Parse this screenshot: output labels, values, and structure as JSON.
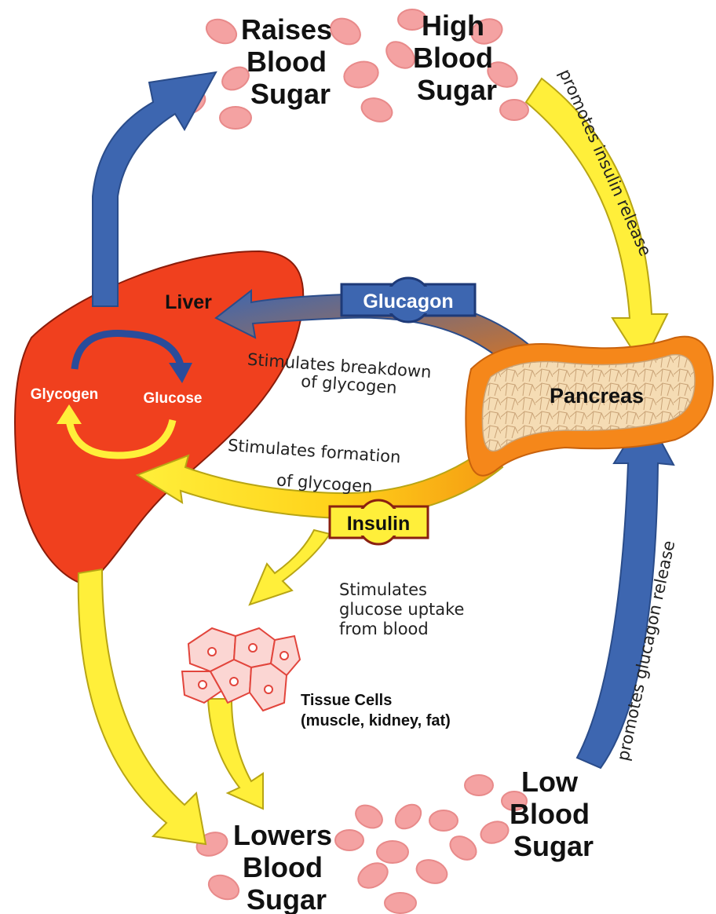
{
  "labels": {
    "raises_blood_sugar": [
      "Raises",
      "Blood",
      "Sugar"
    ],
    "high_blood_sugar": [
      "High",
      "Blood",
      "Sugar"
    ],
    "low_blood_sugar": [
      "Low",
      "Blood",
      "Sugar"
    ],
    "lowers_blood_sugar": [
      "Lowers",
      "Blood",
      "Sugar"
    ],
    "liver": "Liver",
    "glycogen": "Glycogen",
    "glucose": "Glucose",
    "pancreas": "Pancreas",
    "glucagon": "Glucagon",
    "insulin": "Insulin",
    "promotes_insulin_release": "promotes insulin release",
    "promotes_glucagon_release": "promotes glucagon release",
    "stimulates_breakdown": [
      "Stimulates breakdown",
      "of glycogen"
    ],
    "stimulates_formation": [
      "Stimulates formation",
      "of glycogen"
    ],
    "stimulates_uptake": [
      "Stimulates",
      "glucose uptake",
      "from blood"
    ],
    "tissue_cells": [
      "Tissue Cells",
      "(muscle, kidney, fat)"
    ]
  },
  "colors": {
    "liver": "#f0401e",
    "pancreas_outer": "#f5871a",
    "pancreas_inner": "#f5dcb4",
    "blue_arrow": "#3d66b0",
    "yellow_arrow": "#ffef3a",
    "blood_cell": "#f4a2a2",
    "tissue_cell": "#f2716b"
  }
}
